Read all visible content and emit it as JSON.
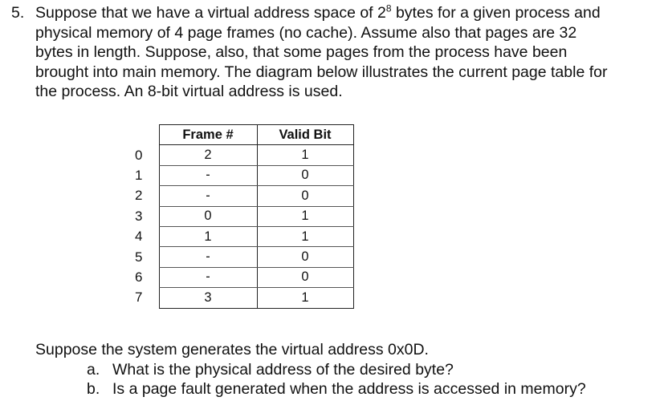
{
  "question": {
    "number": "5.",
    "lines": [
      [
        "Suppose that we have a virtual address space of 2",
        "8",
        " bytes for a given process and"
      ],
      "physical memory of 4 page frames (no cache).  Assume also that pages are 32",
      "bytes in length.  Suppose, also, that some pages from the process have been",
      "brought into main memory. The diagram below illustrates the current page table for",
      "the process.  An 8-bit virtual address is used."
    ]
  },
  "page_table": {
    "headers": [
      "Frame #",
      "Valid Bit"
    ],
    "rows": [
      {
        "index": "0",
        "frame": "2",
        "valid": "1"
      },
      {
        "index": "1",
        "frame": "-",
        "valid": "0"
      },
      {
        "index": "2",
        "frame": "-",
        "valid": "0"
      },
      {
        "index": "3",
        "frame": "0",
        "valid": "1"
      },
      {
        "index": "4",
        "frame": "1",
        "valid": "1"
      },
      {
        "index": "5",
        "frame": "-",
        "valid": "0"
      },
      {
        "index": "6",
        "frame": "-",
        "valid": "0"
      },
      {
        "index": "7",
        "frame": "3",
        "valid": "1"
      }
    ]
  },
  "followup": {
    "intro": "Suppose the system generates the virtual address 0x0D.",
    "items": [
      {
        "marker": "a.",
        "text": "What is the physical address of the desired byte?"
      },
      {
        "marker": "b.",
        "text": "Is a page fault generated when the address is accessed in memory?"
      }
    ]
  }
}
